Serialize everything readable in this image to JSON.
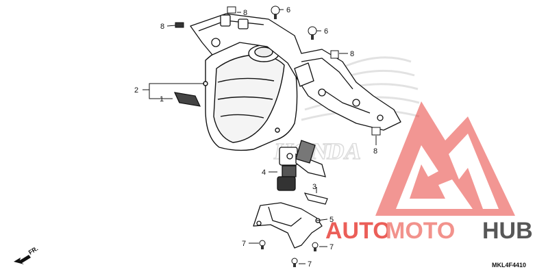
{
  "diagram": {
    "callouts": [
      "8",
      "6",
      "6",
      "8",
      "2",
      "1",
      "4",
      "3",
      "5",
      "7",
      "7",
      "7",
      "8"
    ],
    "part_code": "MKL4F4410",
    "front_arrow_label": "FR."
  },
  "watermark": {
    "brand_left": "AUTO",
    "brand_mid": "MOTO",
    "brand_right": "HUB",
    "emblem_text": "HONDA",
    "colors": {
      "primary": "#e8423b",
      "dark": "#3a3a3a",
      "emblem_light": "#eeeeee"
    }
  }
}
